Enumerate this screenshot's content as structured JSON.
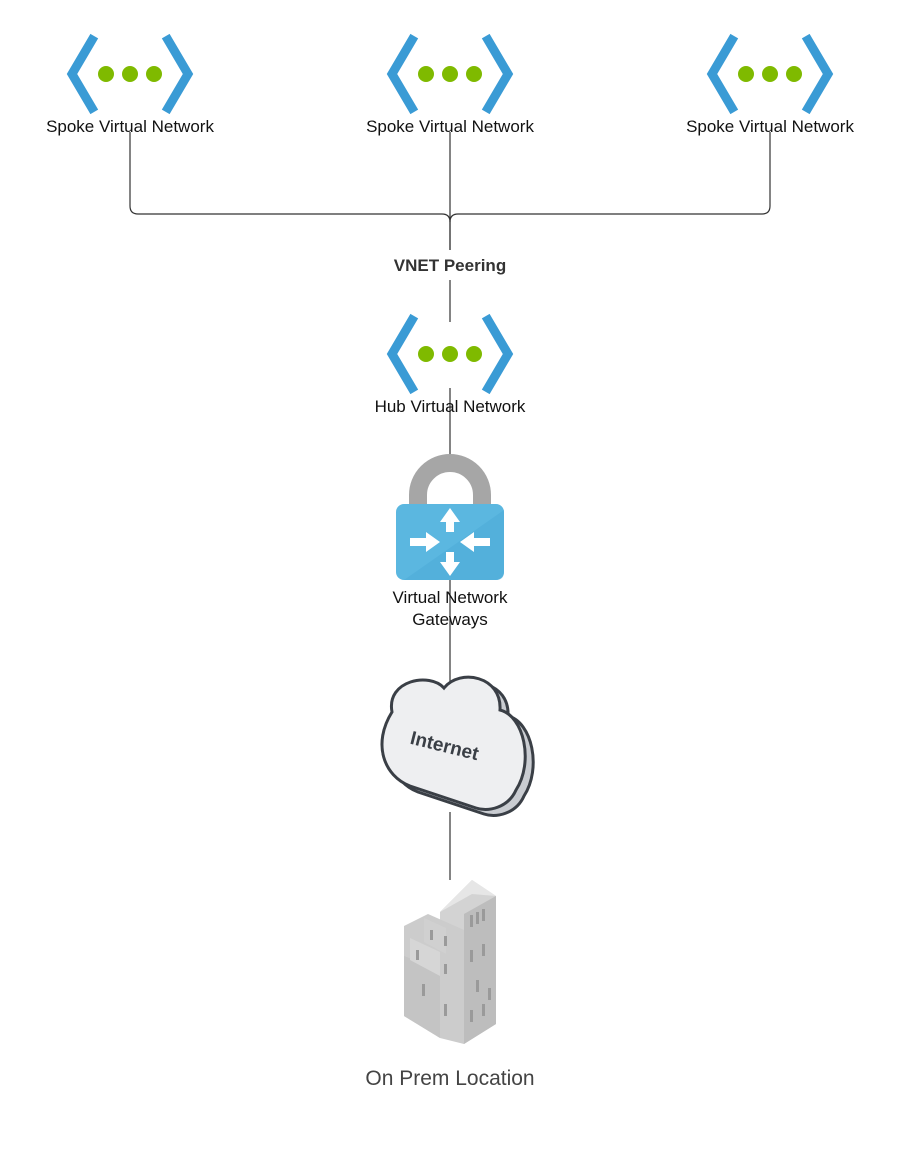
{
  "diagram": {
    "nodes": {
      "spoke_1": {
        "label": "Spoke Virtual Network",
        "icon": "virtual-network-icon"
      },
      "spoke_2": {
        "label": "Spoke Virtual Network",
        "icon": "virtual-network-icon"
      },
      "spoke_3": {
        "label": "Spoke Virtual Network",
        "icon": "virtual-network-icon"
      },
      "hub": {
        "label": "Hub Virtual Network",
        "icon": "virtual-network-icon"
      },
      "gateway": {
        "label_line1": "Virtual Network",
        "label_line2": "Gateways",
        "icon": "vpn-gateway-icon"
      },
      "internet": {
        "label": "Internet",
        "icon": "cloud-icon"
      },
      "onprem": {
        "label": "On Prem Location",
        "icon": "office-building-icon"
      }
    },
    "edges": [
      {
        "from": "spoke_1",
        "to": "hub",
        "label": "VNET Peering"
      },
      {
        "from": "spoke_2",
        "to": "hub",
        "label": "VNET Peering"
      },
      {
        "from": "spoke_3",
        "to": "hub",
        "label": "VNET Peering"
      },
      {
        "from": "hub",
        "to": "gateway",
        "label": ""
      },
      {
        "from": "gateway",
        "to": "internet",
        "label": ""
      },
      {
        "from": "internet",
        "to": "onprem",
        "label": ""
      }
    ],
    "peering_label": "VNET Peering"
  },
  "colors": {
    "vnet_bracket": "#3a9bd5",
    "vnet_dot": "#7fba00",
    "lock": "#a6a6a6",
    "gateway_box": "#5bb7e0",
    "cloud_fill": "#eeeff1",
    "cloud_stroke": "#3a3f46",
    "building": "#cfcfcf"
  }
}
